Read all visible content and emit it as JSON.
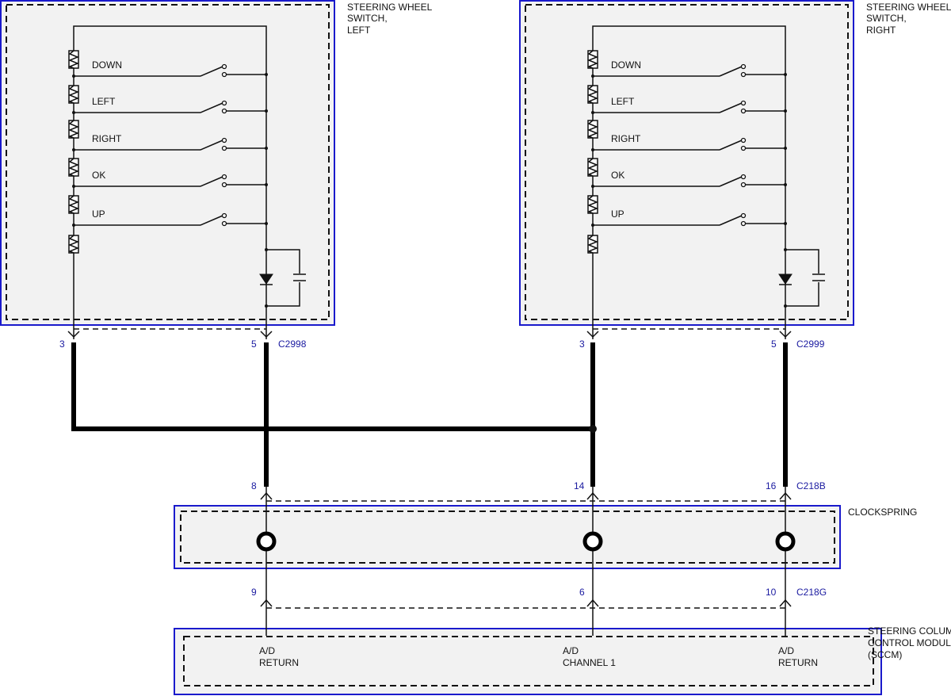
{
  "components": {
    "sw_left": {
      "label_lines": [
        "STEERING WHEEL",
        "SWITCH,",
        "LEFT"
      ]
    },
    "sw_right": {
      "label_lines": [
        "STEERING WHEEL",
        "SWITCH,",
        "RIGHT"
      ]
    },
    "clockspring": {
      "label": "CLOCKSPRING"
    },
    "sccm": {
      "label_lines": [
        "STEERING COLUMN",
        "CONTROL MODULE",
        "(SCCM)"
      ]
    }
  },
  "switch_buttons": [
    "DOWN",
    "LEFT",
    "RIGHT",
    "OK",
    "UP"
  ],
  "connectors": {
    "c2998": {
      "name": "C2998",
      "pin_a": "3",
      "pin_b": "5"
    },
    "c2999": {
      "name": "C2999",
      "pin_a": "3",
      "pin_b": "5"
    },
    "c218b": {
      "name": "C218B",
      "pins": [
        "8",
        "14",
        "16"
      ]
    },
    "c218g": {
      "name": "C218G",
      "pins": [
        "9",
        "6",
        "10"
      ]
    }
  },
  "sccm_pins": [
    {
      "line1": "A/D",
      "line2": "RETURN"
    },
    {
      "line1": "A/D",
      "line2": "CHANNEL 1"
    },
    {
      "line1": "A/D",
      "line2": "RETURN"
    }
  ]
}
